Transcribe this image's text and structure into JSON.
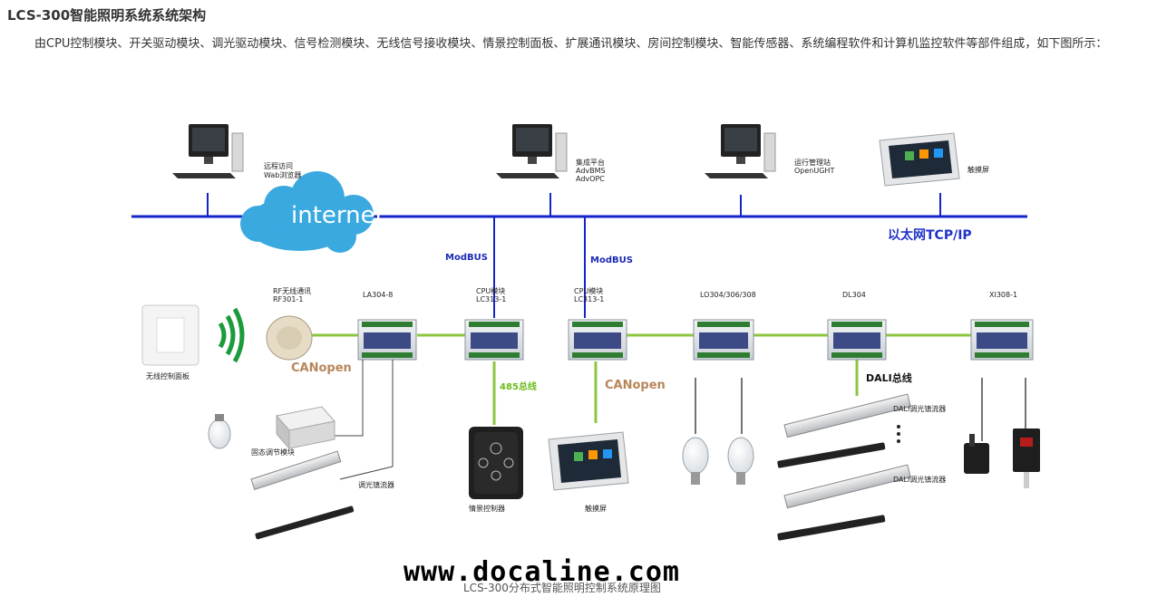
{
  "article": {
    "title": "LCS-300智能照明系统系统架构",
    "intro": "由CPU控制模块、开关驱动模块、调光驱动模块、信号检测模块、无线信号接收模块、情景控制面板、扩展通讯模块、房间控制模块、智能传感器、系统编程软件和计算机监控软件等部件组成，如下图所示："
  },
  "diagram": {
    "cloud": "internet",
    "ethernet": "以太网TCP/IP",
    "modbus_1": "ModBUS",
    "modbus_2": "ModBUS",
    "rs485": "485总线",
    "canopen_1": "CANopen",
    "canopen_2": "CANopen",
    "dali_bus": "DALI总线",
    "pc_remote_1": "远程访问",
    "pc_remote_2": "Wab浏览器",
    "pc_integration_1": "集成平台",
    "pc_integration_2": "AdvBMS",
    "pc_integration_3": "AdvOPC",
    "pc_ops_1": "运行管理站",
    "pc_ops_2": "OpenUGHT",
    "touch_top": "触摸屏",
    "rf_1": "RF无线通讯",
    "rf_2": "RF301-1",
    "mod_la": "LA304-8",
    "cpu1_1": "CPU模块",
    "cpu1_2": "LC313-1",
    "cpu2_1": "CPU模块",
    "cpu2_2": "LC313-1",
    "mod_lo": "LO304/306/308",
    "mod_dl": "DL304",
    "mod_xi": "XI308-1",
    "wireless_panel": "无线控制面板",
    "ssr": "固态调节模块",
    "dimmer_ballast": "调光镇流器",
    "scene_panel": "情景控制器",
    "touch_bottom": "触摸屏",
    "dali_ballast_1": "DALI调光镇流器",
    "dali_ballast_2": "DALI调光镇流器"
  },
  "footer": {
    "watermark": "www.docaline.com",
    "caption": "LCS-300分布式智能照明控制系统原理图"
  },
  "colors": {
    "bus_blue": "#1524c8",
    "bus_green": "#8cc63f",
    "cloud": "#39a9e0",
    "can_brown": "#b8865a",
    "wireless_green": "#1a9c3c"
  }
}
